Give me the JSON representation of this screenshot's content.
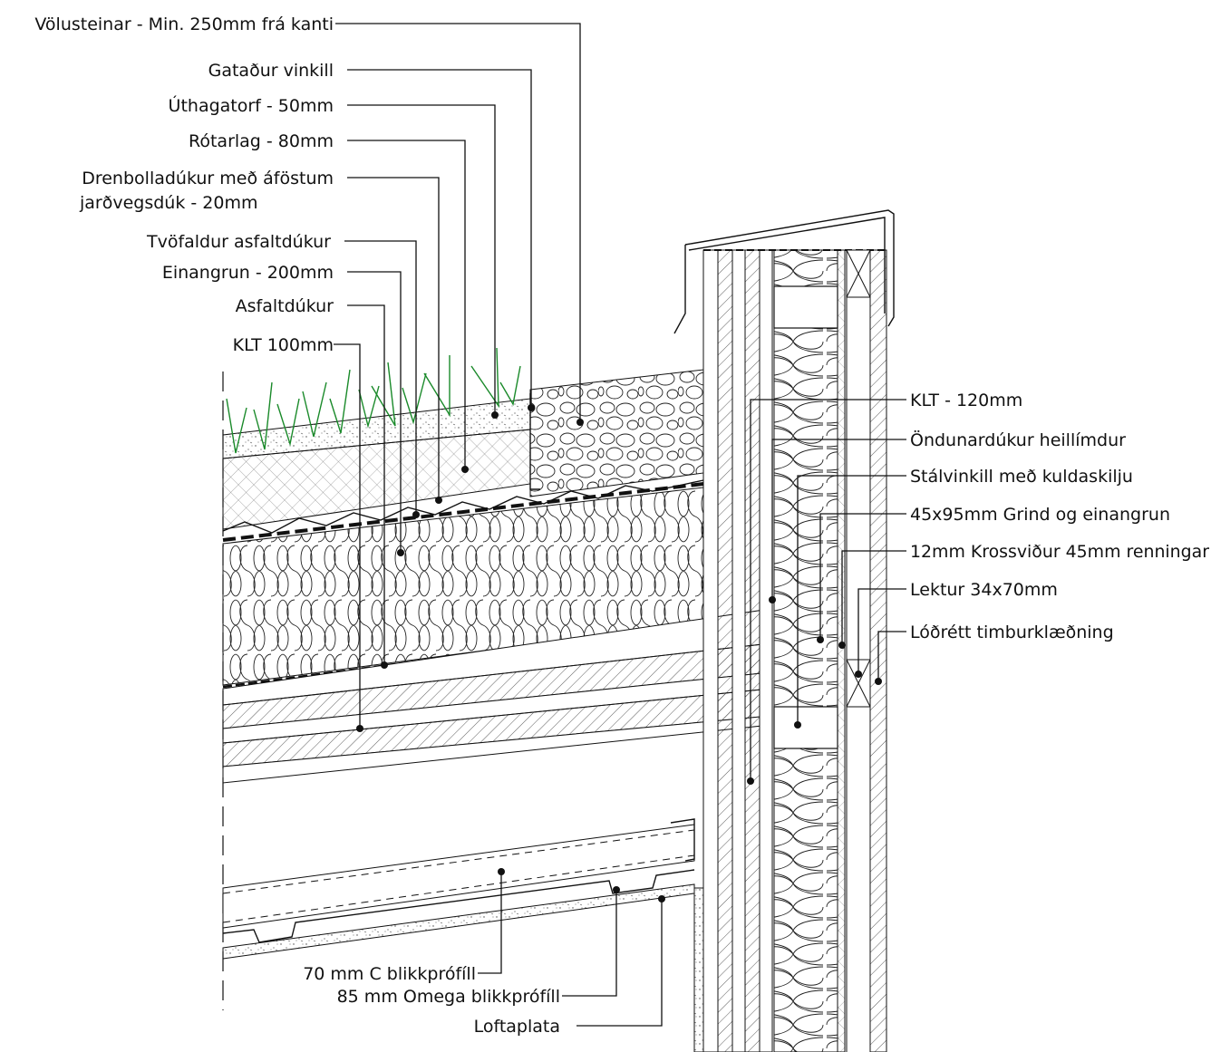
{
  "labels_left": [
    "Völusteinar - Min. 250mm frá kanti",
    "Gataður vinkill",
    "Úthagatorf - 50mm",
    "Rótarlag - 80mm",
    "Drenbolladúkur með áföstum",
    "jarðvegsdúk - 20mm",
    "Tvöfaldur asfaltdúkur",
    "Einangrun - 200mm",
    "Asfaltdúkur",
    "KLT 100mm"
  ],
  "labels_right": [
    "KLT - 120mm",
    "Öndunardúkur heillímdur",
    "Stálvinkill með kuldaskilju",
    "45x95mm Grind og einangrun",
    "12mm Krossviður 45mm renningar",
    "Lektur 34x70mm",
    "Lóðrétt timburklæðning"
  ],
  "labels_bottom": [
    "70 mm C blikkprófíll",
    "85 mm Omega blikkprófíll",
    "Loftaplata"
  ]
}
